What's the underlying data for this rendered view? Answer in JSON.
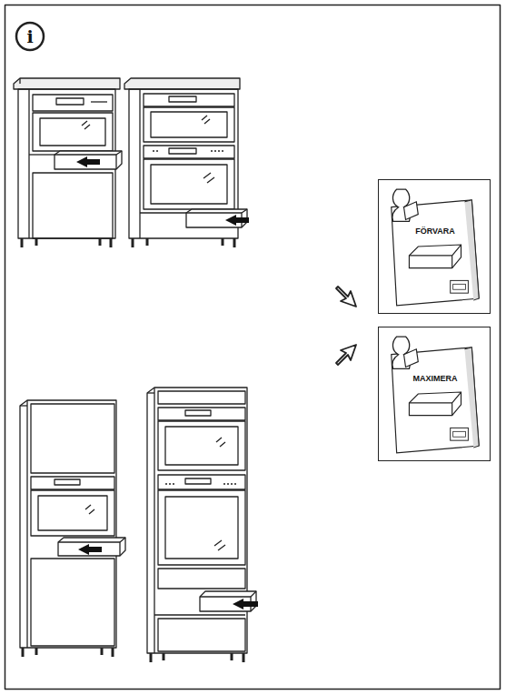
{
  "diagram": {
    "nodes": [
      {
        "text": [
          "FÖRVARA"
        ]
      },
      {
        "text": [
          "MAXIMERA"
        ]
      }
    ],
    "labels": [
      "i"
    ]
  }
}
